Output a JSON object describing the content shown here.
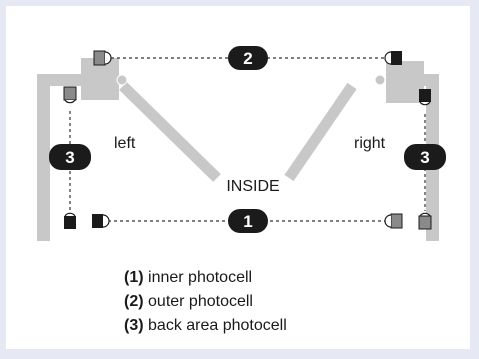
{
  "diagram": {
    "title": "",
    "labels": {
      "left": "left",
      "right": "right",
      "inside": "INSIDE"
    },
    "badges": {
      "outer": "2",
      "inner": "1",
      "back_left": "3",
      "back_right": "3"
    },
    "legend": [
      {
        "key": "(1)",
        "text": "inner photocell"
      },
      {
        "key": "(2)",
        "text": "outer photocell"
      },
      {
        "key": "(3)",
        "text": "back area photocell"
      }
    ],
    "colors": {
      "background": "#e6e8f4",
      "panel": "#ffffff",
      "wall": "#c8c8c8",
      "gate_leaf": "#c8c8c8",
      "badge": "#1b1b1b",
      "badge_text": "#ffffff",
      "photocell_dark": "#1b1b1b",
      "photocell_grey": "#8a8a8a",
      "beam": "#333333"
    }
  }
}
